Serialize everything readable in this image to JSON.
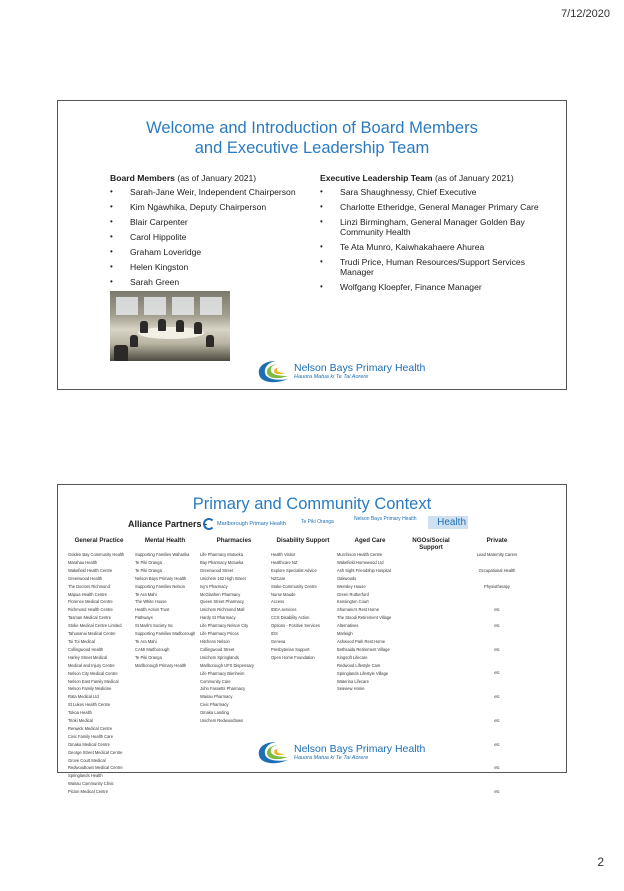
{
  "page": {
    "date": "7/12/2020",
    "number": "2"
  },
  "slide1": {
    "title_line1": "Welcome and Introduction of Board Members",
    "title_line2": "and Executive Leadership Team",
    "board": {
      "heading_bold": "Board Members",
      "heading_rest": " (as of January 2021)",
      "members": [
        "Sarah-Jane Weir, Independent Chairperson",
        "Kim Ngawhika, Deputy Chairperson",
        "Blair Carpenter",
        "Carol Hippolite",
        "Graham Loveridge",
        "Helen Kingston",
        "Sarah Green"
      ]
    },
    "exec": {
      "heading_bold": "Executive Leadership Team",
      "heading_rest": " (as of January 2021)",
      "members": [
        "Sara Shaughnessy, Chief Executive",
        "Charlotte Etheridge, General Manager Primary Care",
        "Linzi Birmingham, General Manager Golden Bay Community Health",
        "Te Ata Munro, Kaiwhakahaere Ahurea",
        "Trudi Price, Human Resources/Support Services Manager",
        "Wolfgang Kloepfer, Finance Manager"
      ]
    },
    "logo_main": "Nelson Bays Primary Health",
    "logo_sub": "Hauora Matua ki Te Tai Aorere"
  },
  "slide2": {
    "title": "Primary and Community Context",
    "alliance_label": "Alliance Partners -",
    "partner_mh": "Marlborough Primary Health",
    "partner_pho": "Te Piki Oranga",
    "partner_nbph": "Nelson Bays Primary Health",
    "partner_health": "Health",
    "columns": [
      {
        "heading": "General Practice",
        "items": [
          "Golden Bay Community Health",
          "Marahau Health",
          "Wakefield Health Centre",
          "Greenwood Health",
          "The Doctors Richmond",
          "Mapua Health Centre",
          "Florence Medical Centre",
          "Richmond Health Centre",
          "Tasman Medical Centre",
          "Stoke Medical Centre Limited",
          "Tahunanui Medical Centre",
          "Toi Toi Medical",
          "Collingwood Health",
          "Harley Street Medical",
          "Medical and Injury Centre",
          "Nelson City Medical Centre",
          "Nelson East Family Medical",
          "Nelson Family Medicine",
          "Rata Medical Ltd",
          "St Lukes Health Centre",
          "Tokoa Health",
          "Titoki Medical",
          "Renwick Medical Centre",
          "Civic Family Health Care",
          "Omaka Medical Centre",
          "George Street Medical Centre",
          "Grove Court Medical",
          "Redwoodtown Medical Centre",
          "Springlands Health",
          "Wairau Community Clinic",
          "Picton Medical Centre"
        ]
      },
      {
        "heading": "Mental Health",
        "items": [
          "Supporting Families Waharika",
          "Te Piki Oranga",
          "Te Piki Oranga",
          "Nelson Bays Primary Health",
          "Supporting Families Nelson",
          "Te Ara Mahi",
          "The White House",
          "Health Action Trust",
          "Pathways",
          "St Mark's Society Inc",
          "Supporting Families Marlborough",
          "Te Ara Mahi",
          "CAMI Marlborough",
          "Te Piki Oranga",
          "Marlborough Primary Health"
        ]
      },
      {
        "heading": "Pharmacies",
        "items": [
          "Life Pharmacy Motueka",
          "Bay Pharmacy Motueka",
          "Greenwood Street",
          "Unichem 162 High Street",
          "Ivy's Pharmacy",
          "McGlashen Pharmacy",
          "Queen Street Pharmacy",
          "Unichem Richmond Mall",
          "Hardy St Pharmacy",
          "Life Pharmacy Nelson City",
          "Life Pharmacy Prices",
          "Hitchens Nelson",
          "Collingwood Street",
          "Unichem Springlands",
          "Marlborough UFS Dispensary",
          "Life Pharmacy Blenheim",
          "Community Care",
          "John Fassetts Pharmacy",
          "Wairau Pharmacy",
          "Civic Pharmacy",
          "Omaka Landing",
          "Unichem Redwoodtown"
        ]
      },
      {
        "heading": "Disability Support",
        "items": [
          "Health Visitor",
          "Healthcare NZ",
          "Explore Specialist Advice",
          "NZCare",
          "Stoke Community Centre",
          "Nurse Maude",
          "Access",
          "IDEA services",
          "CCS Disability Action",
          "Options - Positive Services",
          "IDS",
          "Geneva",
          "Presbyterian Support",
          "Open Home Foundation"
        ]
      },
      {
        "heading": "Aged Care",
        "items": [
          "Murchison Health Centre",
          "Wakefield Homewood Ltd",
          "Ash Sight Friendship Hospital",
          "Oakwoods",
          "Wensley House",
          "Green Rutherford",
          "Kensington Court",
          "Shumanu's Rest Home",
          "The Stoodi Retirement Village",
          "Alternatives",
          "Marleigh",
          "Ashwood Park Rest Home",
          "Bethsaida Retirement Village",
          "Kingsoft Lifecare",
          "Redwood Lifestyle Care",
          "Springlands Lifestyle Village",
          "Waterina Lifecare",
          "Seaview Home"
        ]
      },
      {
        "heading": "NGOs/Social Support",
        "items": [
          "",
          "",
          "",
          "",
          "",
          "",
          "",
          "",
          "",
          "",
          "",
          "",
          "",
          "",
          "",
          "",
          "",
          "",
          "",
          "",
          "",
          "",
          "",
          "",
          "",
          "",
          "",
          "",
          "",
          "",
          "",
          "",
          "",
          "",
          "",
          "",
          "",
          "",
          "",
          "",
          "",
          "",
          "",
          "",
          "",
          "",
          "",
          "",
          "",
          "",
          "",
          "",
          "",
          "",
          "",
          "",
          "",
          "",
          "",
          "",
          "",
          ""
        ]
      },
      {
        "heading": "Private",
        "items": [
          "Lead Maternity Carers",
          "",
          "Occupational Health",
          "",
          "Physiotherapy",
          "",
          "",
          "etc",
          "",
          "etc",
          "",
          "",
          "etc",
          "",
          "",
          "etc",
          "",
          "",
          "etc",
          "",
          "",
          "etc",
          "",
          "",
          "etc",
          "",
          "",
          "etc",
          "",
          "",
          "etc"
        ]
      }
    ],
    "logo_main": "Nelson Bays Primary Health",
    "logo_sub": "Hauora Matua ki Te Tai Aorere"
  }
}
